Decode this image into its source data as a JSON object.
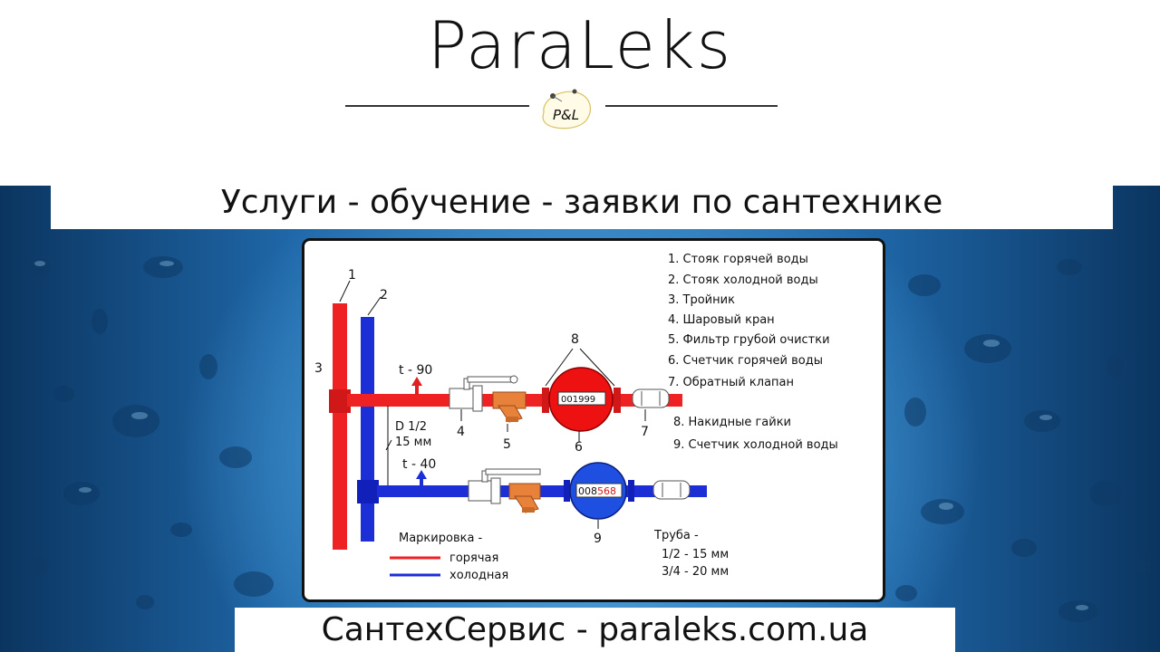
{
  "header": {
    "logo_text": "ParaLeks",
    "emblem_text": "P&L"
  },
  "title_band": {
    "text": "Услуги - обучение - заявки по сантехнике"
  },
  "diagram": {
    "legend": [
      "1. Стояк горячей воды",
      "2. Стояк холодной воды",
      "3. Тройник",
      "4. Шаровый кран",
      "5. Фильтр грубой очистки",
      "6. Счетчик горячей воды",
      "7. Обратный клапан",
      "8. Накидные гайки",
      "9. Счетчик холодной воды"
    ],
    "callouts": {
      "n1": "1",
      "n2": "2",
      "n3": "3",
      "n4": "4",
      "n5": "5",
      "n6": "6",
      "n7": "7",
      "n8": "8",
      "n9": "9"
    },
    "temp_hot": "t - 90",
    "temp_cold": "t - 40",
    "pipe_diameter": "D 1/2",
    "pipe_size": "15 мм",
    "hot_meter_reading": "001999",
    "cold_meter_digits_black": "008",
    "cold_meter_digits_red": "568",
    "marking": {
      "title": "Маркировка -",
      "hot": "горячая",
      "cold": "холодная"
    },
    "pipe": {
      "title": "Труба -",
      "size_half": "1/2 - 15 мм",
      "size_three_quarter": "3/4 - 20 мм"
    },
    "colors": {
      "hot": "#ee2222",
      "cold": "#1c2fd6",
      "fitting": "#e8823a"
    }
  },
  "footer": {
    "text": "СантехСервис - paraleks.com.ua"
  }
}
